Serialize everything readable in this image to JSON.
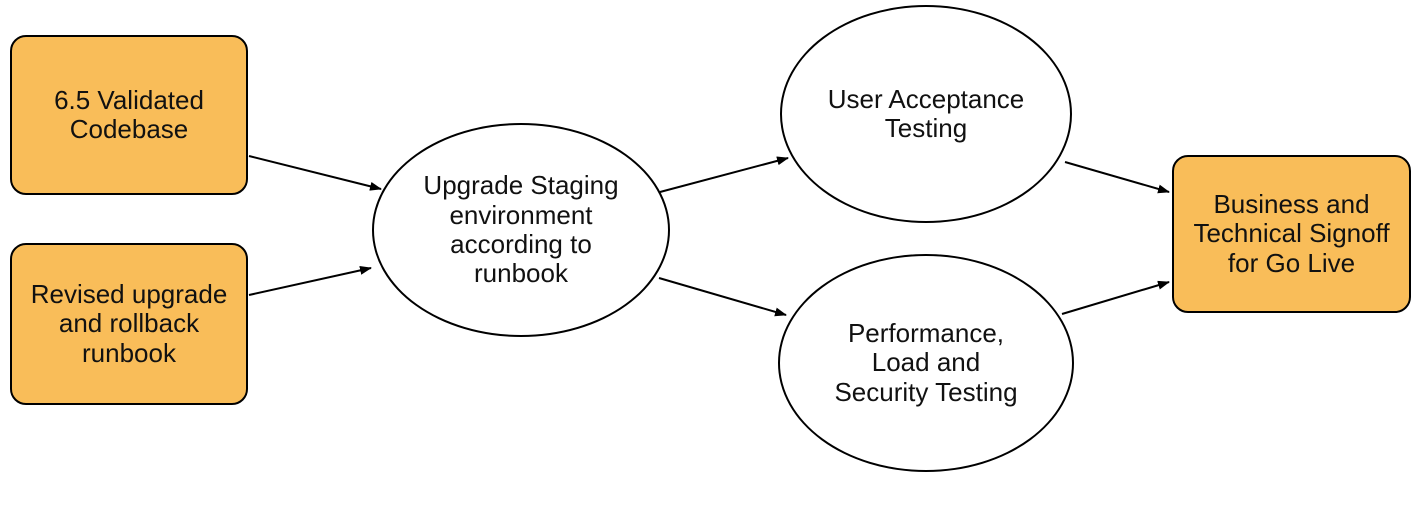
{
  "diagram": {
    "type": "flowchart",
    "colors": {
      "background": "#FFFFFF",
      "node_fill": "#F9BD59",
      "ellipse_fill": "#FFFFFF",
      "stroke": "#000000",
      "edge": "#000000"
    },
    "nodes": {
      "codebase": {
        "label": "6.5 Validated\nCodebase",
        "shape": "rounded-rectangle",
        "fill": "#F9BD59"
      },
      "runbook": {
        "label": "Revised upgrade\nand rollback\nrunbook",
        "shape": "rounded-rectangle",
        "fill": "#F9BD59"
      },
      "staging": {
        "label": "Upgrade Staging\nenvironment\naccording to\nrunbook",
        "shape": "ellipse",
        "fill": "#FFFFFF"
      },
      "uat": {
        "label": "User Acceptance\nTesting",
        "shape": "ellipse",
        "fill": "#FFFFFF"
      },
      "performance": {
        "label": "Performance,\nLoad and\nSecurity Testing",
        "shape": "ellipse",
        "fill": "#FFFFFF"
      },
      "signoff": {
        "label": "Business and\nTechnical Signoff\nfor Go Live",
        "shape": "rounded-rectangle",
        "fill": "#F9BD59"
      }
    },
    "edges": [
      {
        "from": "codebase",
        "to": "staging"
      },
      {
        "from": "runbook",
        "to": "staging"
      },
      {
        "from": "staging",
        "to": "uat"
      },
      {
        "from": "staging",
        "to": "performance"
      },
      {
        "from": "uat",
        "to": "signoff"
      },
      {
        "from": "performance",
        "to": "signoff"
      }
    ]
  }
}
